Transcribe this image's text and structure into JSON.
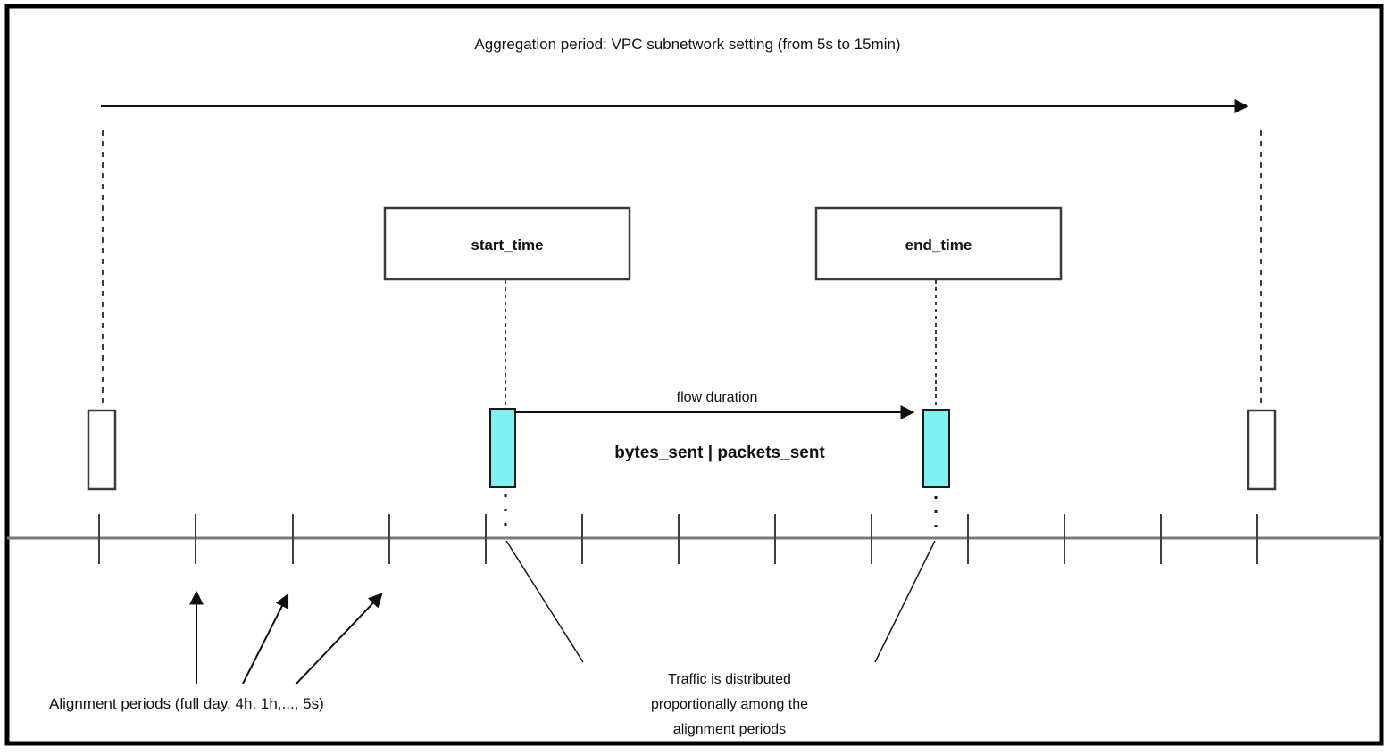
{
  "diagram": {
    "title": "Aggregation period: VPC subnetwork setting (from 5s to 15min)",
    "start_box_label": "start_time",
    "end_box_label": "end_time",
    "flow_duration_label": "flow duration",
    "metrics_label": "bytes_sent | packets_sent",
    "alignment_label": "Alignment periods (full day, 4h, 1h,..., 5s)",
    "traffic_note": {
      "line1": "Traffic is distributed",
      "line2": "proportionally among the",
      "line3": "alignment periods"
    },
    "colors": {
      "marker_fill": "#7FF0F0",
      "timeline": "#7a7a7a",
      "frame": "#000000",
      "box_border": "#3b3b3b",
      "dash_line": "#3f3f3f"
    }
  }
}
